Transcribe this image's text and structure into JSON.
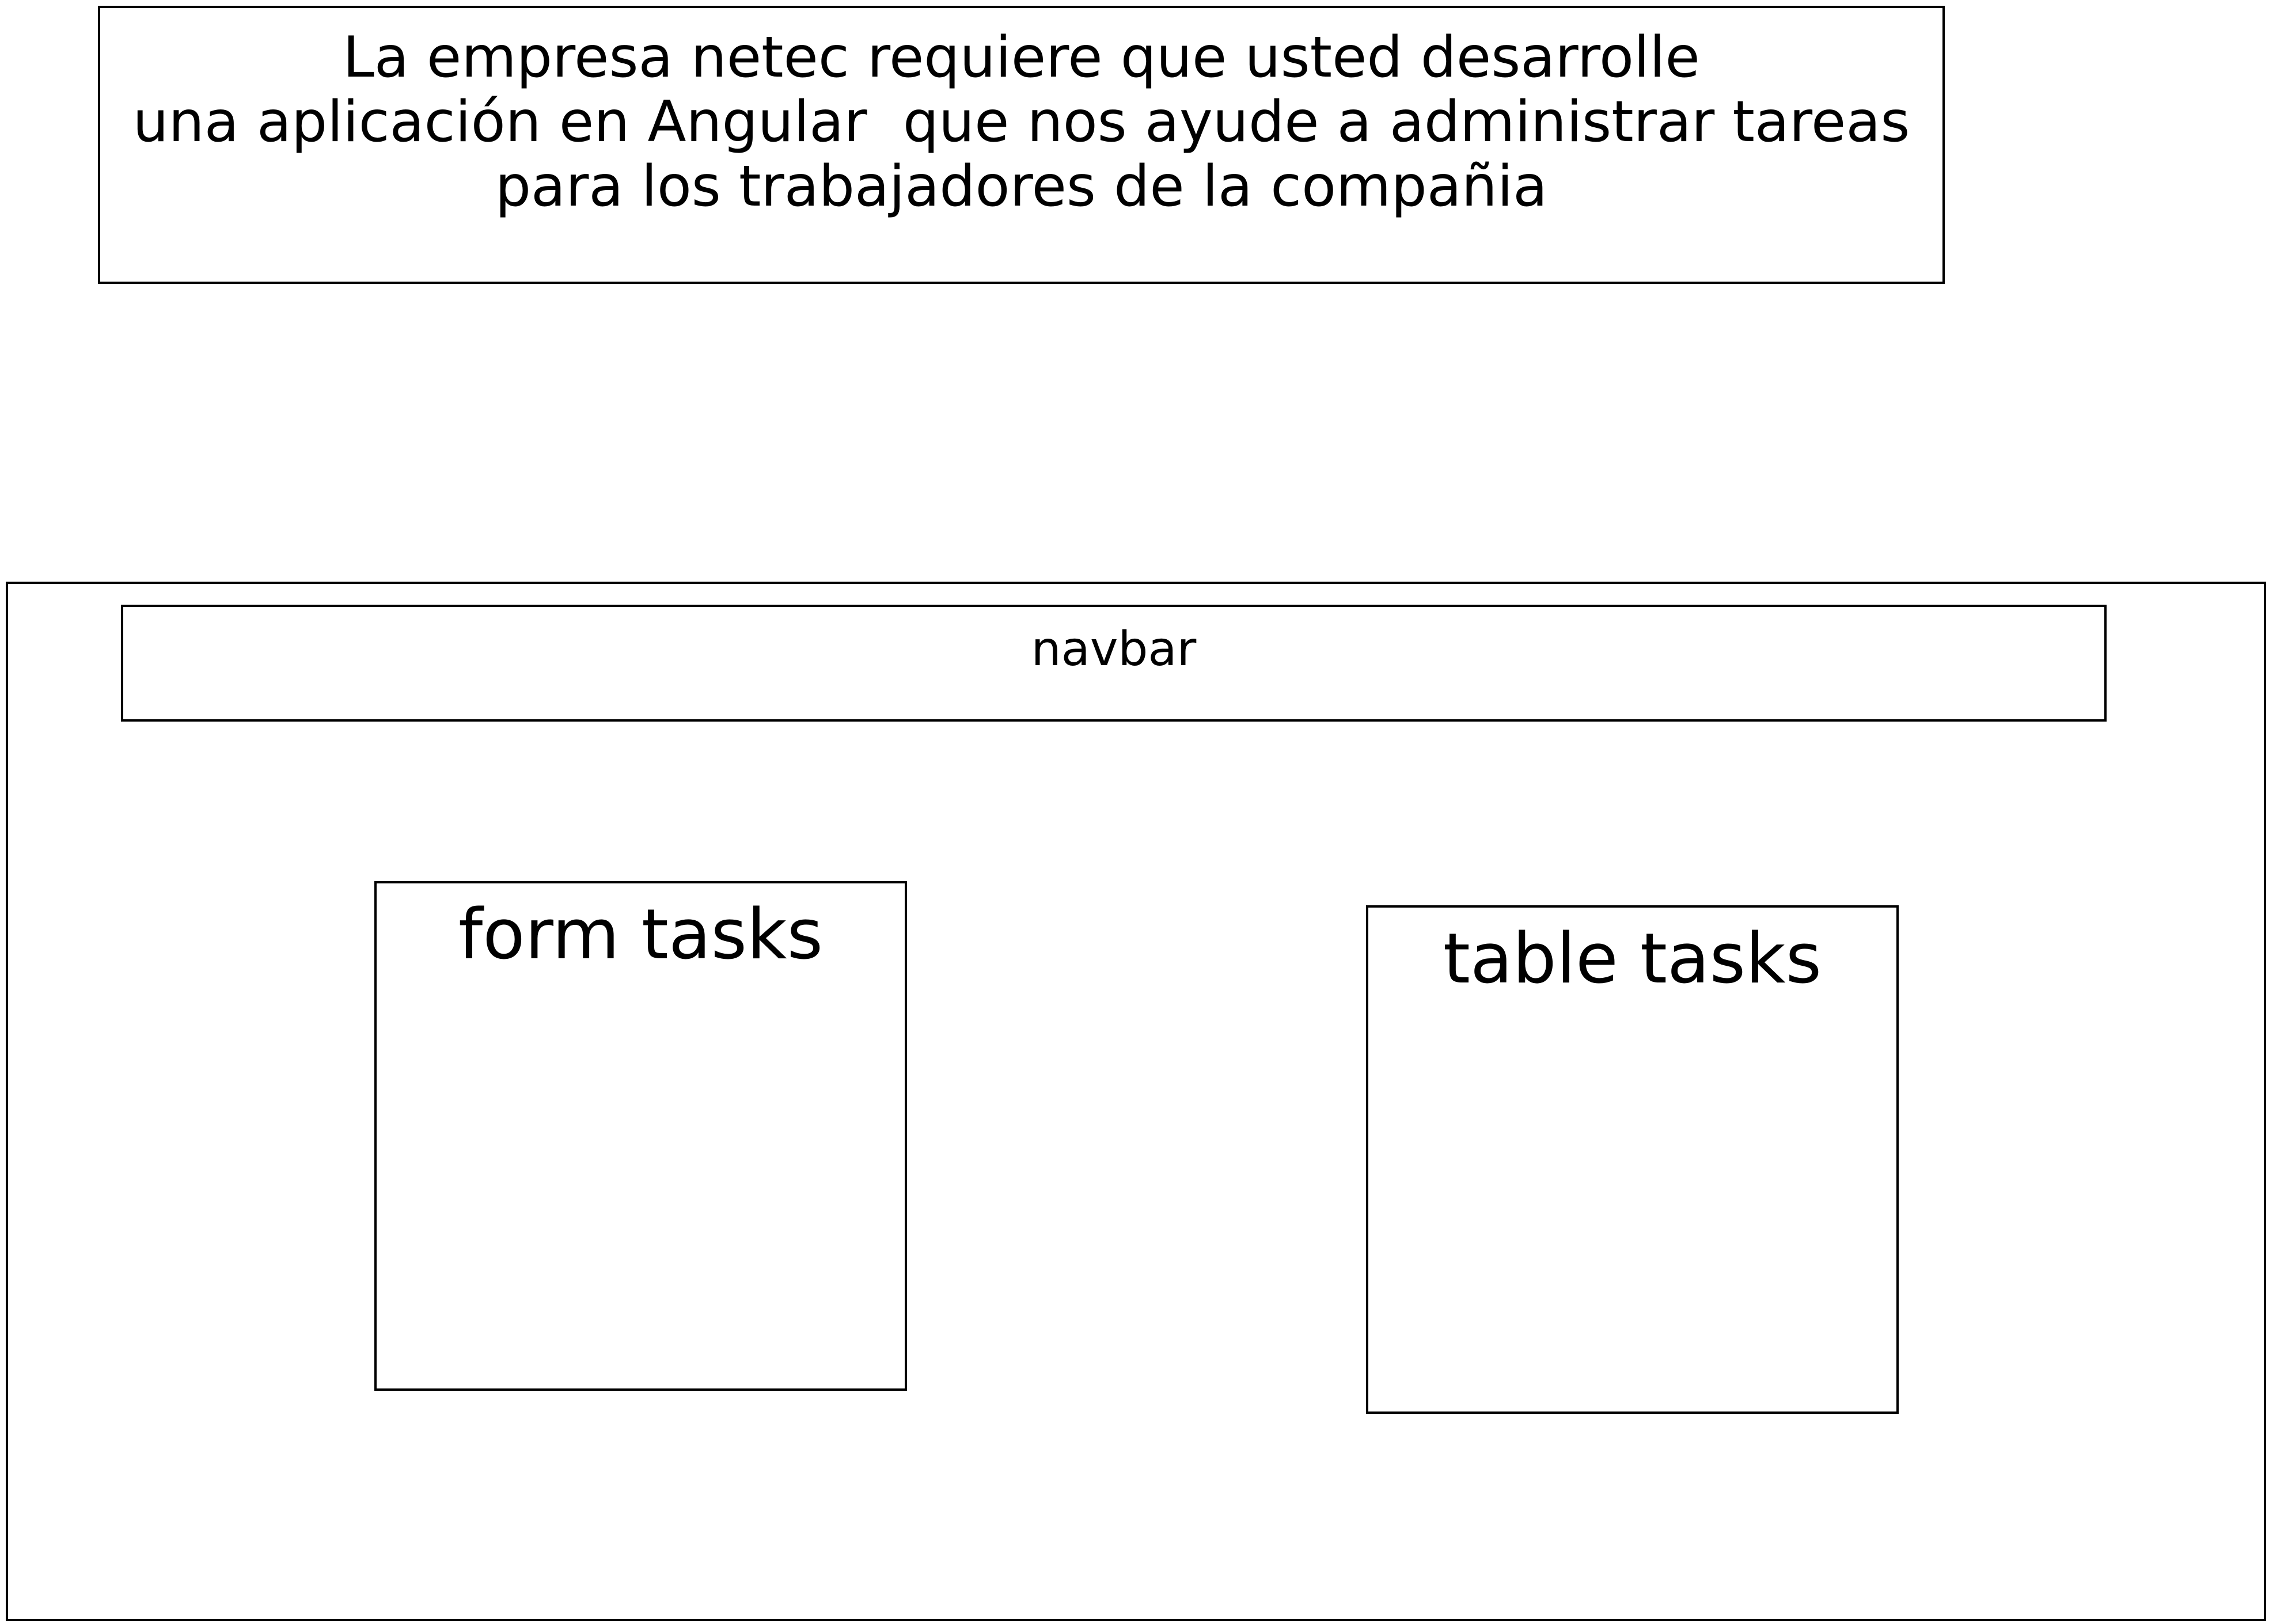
{
  "requirement": {
    "lines": [
      "La empresa netec requiere que usted desarrolle",
      "una aplicación en Angular  que nos ayude a administrar tareas",
      "para los trabajadores de la compañia"
    ]
  },
  "app": {
    "navbar": {
      "label": "navbar"
    },
    "form": {
      "label": "form tasks"
    },
    "table": {
      "label": "table tasks"
    }
  }
}
